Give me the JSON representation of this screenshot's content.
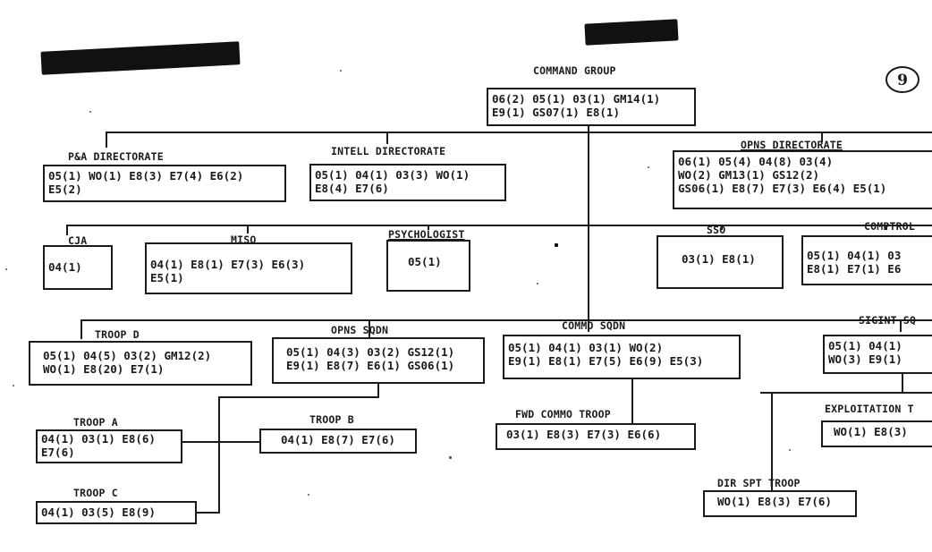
{
  "nodes": {
    "command_group": {
      "label": "COMMAND GROUP",
      "lines": [
        "06(2)  05(1)  03(1)  GM14(1)",
        "E9(1)  GS07(1)  E8(1)"
      ]
    },
    "pa_directorate": {
      "label": "P&A DIRECTORATE",
      "lines": [
        "05(1)  WO(1)  E8(3)  E7(4)  E6(2)",
        "E5(2)"
      ]
    },
    "intell_directorate": {
      "label": "INTELL DIRECTORATE",
      "lines": [
        "05(1)  04(1)  03(3)  WO(1)",
        "E8(4)  E7(6)"
      ]
    },
    "opns_directorate": {
      "label": "OPNS DIRECTORATE",
      "lines": [
        "06(1)  05(4)  04(8)  03(4)",
        "WO(2)  GM13(1)  GS12(2)",
        "GS06(1)  E8(7)  E7(3)  E6(4)  E5(1)"
      ]
    },
    "cja": {
      "label": "CJA",
      "lines": [
        "04(1)"
      ]
    },
    "miso": {
      "label": "MISO",
      "lines": [
        "04(1)  E8(1)  E7(3)  E6(3)",
        "E5(1)"
      ]
    },
    "psychologist": {
      "label": "PSYCHOLOGIST",
      "lines": [
        "05(1)"
      ]
    },
    "sso": {
      "label": "SSO",
      "lines": [
        "03(1)  E8(1)"
      ]
    },
    "comptroller": {
      "label": "COMPTROL",
      "lines": [
        "05(1)  04(1)  03",
        "E8(1)  E7(1)  E6"
      ]
    },
    "troop_d": {
      "label": "TROOP D",
      "lines": [
        "05(1)  04(5)  03(2)  GM12(2)",
        "WO(1)  E8(20)  E7(1)"
      ]
    },
    "opns_sqdn": {
      "label": "OPNS SQDN",
      "lines": [
        "05(1)  04(3)  03(2)  GS12(1)",
        "E9(1)  E8(7)  E6(1)  GS06(1)"
      ]
    },
    "commo_sqdn": {
      "label": "COMMO SQDN",
      "lines": [
        "05(1)  04(1)  03(1)  WO(2)",
        "E9(1)  E8(1)  E7(5)  E6(9)  E5(3)"
      ]
    },
    "sigint_sq": {
      "label": "SIGINT SQ",
      "lines": [
        "05(1)  04(1)",
        "WO(3)  E9(1)"
      ]
    },
    "troop_a": {
      "label": "TROOP A",
      "lines": [
        "04(1)  03(1)  E8(6)",
        "E7(6)"
      ]
    },
    "troop_b": {
      "label": "TROOP B",
      "lines": [
        "04(1)  E8(7)  E7(6)"
      ]
    },
    "troop_c": {
      "label": "TROOP C",
      "lines": [
        "04(1)  03(5)  E8(9)"
      ]
    },
    "fwd_commo_troop": {
      "label": "FWD COMMO TROOP",
      "lines": [
        "03(1)  E8(3)  E7(3)  E6(6)"
      ]
    },
    "exploitation": {
      "label": "EXPLOITATION T",
      "lines": [
        "WO(1)  E8(3)"
      ]
    },
    "dir_spt_troop": {
      "label": "DIR SPT TROOP",
      "lines": [
        "WO(1)  E8(3)  E7(6)"
      ]
    }
  },
  "page_number": "9",
  "icons": [
    "redaction-bar",
    "circled-page-number"
  ]
}
